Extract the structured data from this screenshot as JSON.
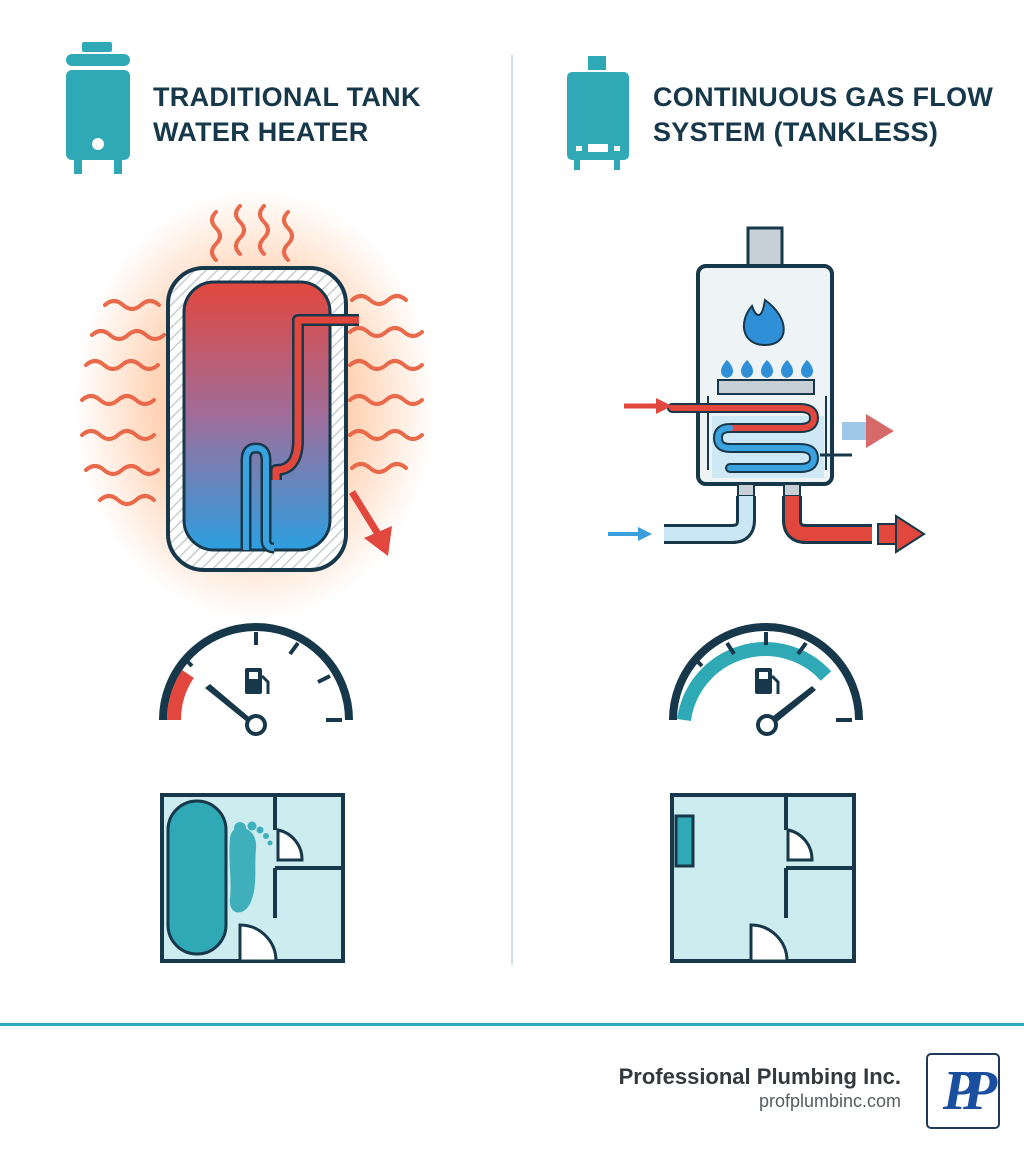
{
  "left_panel": {
    "title": "TRADITIONAL TANK\nWATER HEATER",
    "icon": "tank-water-heater-icon",
    "illustration": "heat-loss-tank",
    "gauge_icon": "fuel-pump-icon",
    "gauge_level": 0.08
  },
  "right_panel": {
    "title": "CONTINUOUS GAS FLOW\nSYSTEM (TANKLESS)",
    "icon": "tankless-heater-icon",
    "illustration": "gas-burner-heat-exchanger",
    "gauge_icon": "fuel-pump-icon",
    "gauge_level": 0.83
  },
  "footer": {
    "company": "Professional Plumbing Inc.",
    "url": "profplumbinc.com",
    "logo_text": "PP"
  },
  "colors": {
    "teal": "#2ea9b5",
    "navy": "#16384a",
    "hot": "#e0463c",
    "cold": "#3a9fdc",
    "floor": "#cdecef"
  }
}
